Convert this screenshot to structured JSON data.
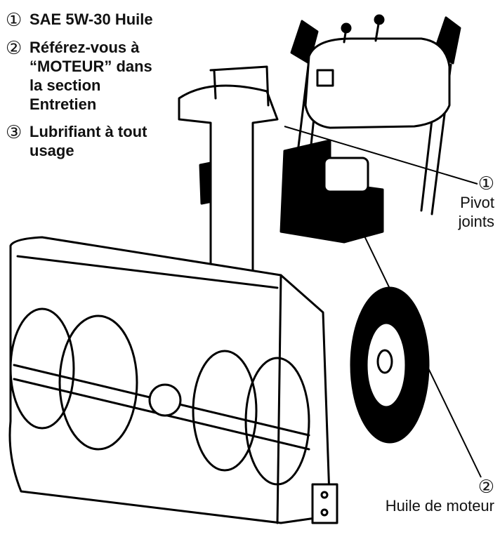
{
  "legend": {
    "items": [
      {
        "num": "①",
        "text": "SAE 5W-30 Huile"
      },
      {
        "num": "②",
        "text": "Référez-vous à “MOTEUR” dans la section Entretien"
      },
      {
        "num": "③",
        "text": "Lubrifiant à tout usage"
      }
    ]
  },
  "callouts": {
    "pivot": {
      "num": "①",
      "label": "Pivot joints"
    },
    "oil": {
      "num": "②",
      "label": "Huile de moteur"
    }
  },
  "illustration": {
    "subject": "snow-thrower-icon"
  }
}
